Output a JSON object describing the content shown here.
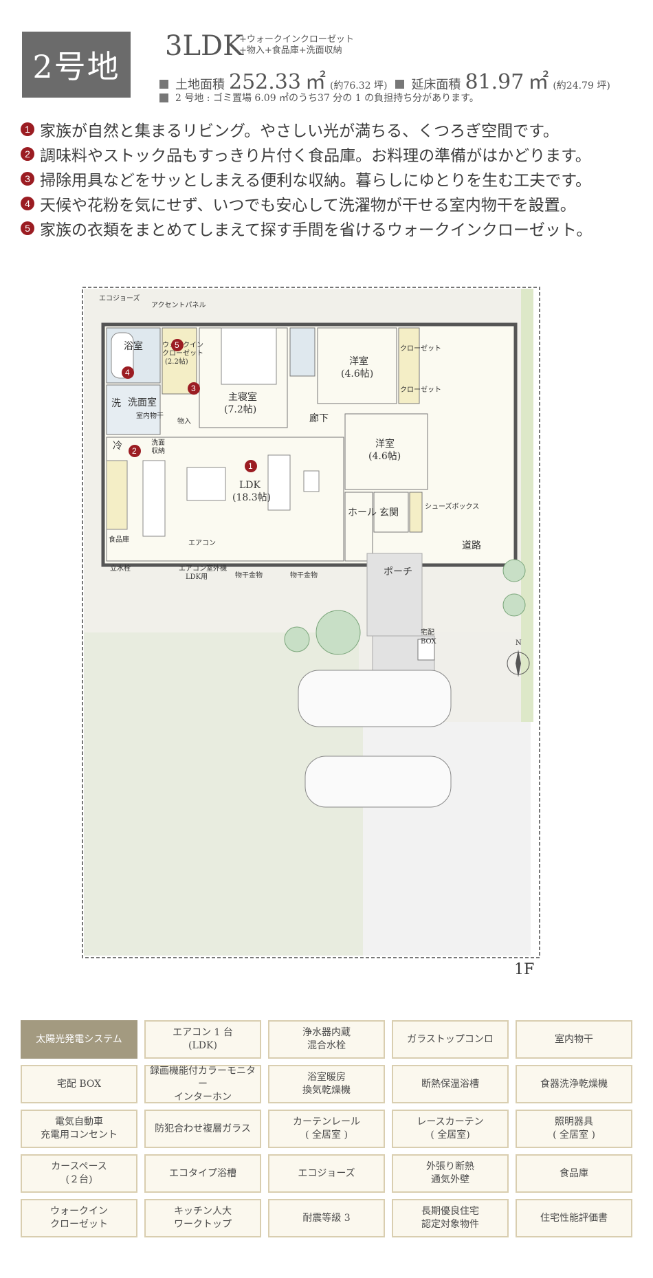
{
  "header": {
    "lot_label": "2号地",
    "plan_type": "3LDK",
    "plan_extras_line1": "+ウォークインクローゼット",
    "plan_extras_line2": "+物入+食品庫+洗面収納",
    "land_area_label": "土地面積",
    "land_area_value": "252.33",
    "land_area_unit": "㎡",
    "land_area_tsubo": "(約76.32 坪)",
    "floor_area_label": "延床面積",
    "floor_area_value": "81.97",
    "floor_area_unit": "㎡",
    "floor_area_tsubo": "(約24.79 坪)",
    "note": "2 号地 : ゴミ置場 6.09 ㎡のうち37 分の 1 の負担持ち分があります。"
  },
  "features": [
    {
      "num": "1",
      "text": "家族が自然と集まるリビング。やさしい光が満ちる、くつろぎ空間です。"
    },
    {
      "num": "2",
      "text": "調味料やストック品もすっきり片付く食品庫。お料理の準備がはかどります。"
    },
    {
      "num": "3",
      "text": "掃除用具などをサッとしまえる便利な収納。暮らしにゆとりを生む工夫です。"
    },
    {
      "num": "4",
      "text": "天候や花粉を気にせず、いつでも安心して洗濯物が干せる室内物干を設置。"
    },
    {
      "num": "5",
      "text": "家族の衣類をまとめてしまえて探す手間を省けるウォークインクローゼット。"
    }
  ],
  "plan": {
    "eco": "エコジョーズ",
    "accent": "アクセントパネル",
    "bath": "浴室",
    "wash_icon": "洗",
    "washroom": "洗面室",
    "drying": "室内物干",
    "fridge": "冷",
    "pantry": "食品庫",
    "faucet": "立水栓",
    "wic1": "ウォークイン",
    "wic2": "クローゼット",
    "wic3": "(2.2帖)",
    "storage": "物入",
    "wash_storage1": "洗面",
    "wash_storage2": "収納",
    "master": "主寝室",
    "master_size": "(7.2帖)",
    "hall": "廊下",
    "room_a": "洋室",
    "room_a_size": "(4.6帖)",
    "closet_a": "クローゼット",
    "closet_b": "クローゼット",
    "room_b": "洋室",
    "room_b_size": "(4.6帖)",
    "ldk": "LDK",
    "ldk_size": "(18.3帖)",
    "aircon": "エアコン",
    "aircon_outdoor1": "エアコン室外機",
    "aircon_outdoor2": "LDK用",
    "hanger1": "物干金物",
    "hanger2": "物干金物",
    "holl": "ホール",
    "entrance": "玄関",
    "shoebox": "シューズボックス",
    "porch": "ポーチ",
    "road": "道路",
    "delivery1": "宅配",
    "delivery2": "BOX",
    "north": "N"
  },
  "floor": "1F",
  "equipment": [
    {
      "label": "太陽光発電システム",
      "highlight": true
    },
    {
      "label": "エアコン 1 台\n(LDK)",
      "highlight": false
    },
    {
      "label": "浄水器内蔵\n混合水栓",
      "highlight": false
    },
    {
      "label": "ガラストップコンロ",
      "highlight": false
    },
    {
      "label": "室内物干",
      "highlight": false
    },
    {
      "label": "宅配 BOX",
      "highlight": false
    },
    {
      "label": "録画機能付カラーモニター\nインターホン",
      "highlight": false
    },
    {
      "label": "浴室暖房\n換気乾燥機",
      "highlight": false
    },
    {
      "label": "断熱保温浴槽",
      "highlight": false
    },
    {
      "label": "食器洗浄乾燥機",
      "highlight": false
    },
    {
      "label": "電気自動車\n充電用コンセント",
      "highlight": false
    },
    {
      "label": "防犯合わせ複層ガラス",
      "highlight": false
    },
    {
      "label": "カーテンレール\n( 全居室 )",
      "highlight": false
    },
    {
      "label": "レースカーテン\n( 全居室)",
      "highlight": false
    },
    {
      "label": "照明器具\n( 全居室 )",
      "highlight": false
    },
    {
      "label": "カースペース\n(２台)",
      "highlight": false
    },
    {
      "label": "エコタイプ浴槽",
      "highlight": false
    },
    {
      "label": "エコジョーズ",
      "highlight": false
    },
    {
      "label": "外張り断熱\n通気外壁",
      "highlight": false
    },
    {
      "label": "食品庫",
      "highlight": false
    },
    {
      "label": "ウォークイン\nクローゼット",
      "highlight": false
    },
    {
      "label": "キッチン人大\nワークトップ",
      "highlight": false
    },
    {
      "label": "耐震等級 3",
      "highlight": false
    },
    {
      "label": "長期優良住宅\n認定対象物件",
      "highlight": false
    },
    {
      "label": "住宅性能評価書",
      "highlight": false
    }
  ]
}
